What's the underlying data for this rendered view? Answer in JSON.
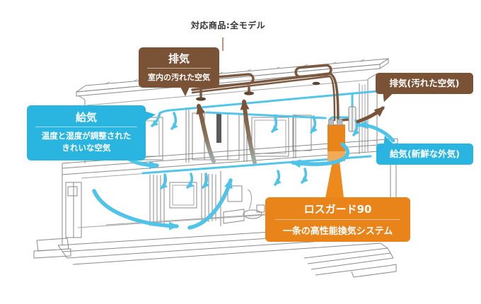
{
  "header": {
    "note": "対応商品:全モデル"
  },
  "callouts": {
    "exhaust_main": {
      "title": "排気",
      "subtitle": "室内の汚れた空気"
    },
    "supply_main": {
      "title": "給気",
      "subtitle_line1": "温度と湿度が調整された",
      "subtitle_line2": "きれいな空気"
    },
    "exhaust_outdoor": {
      "label": "排気(汚れた空気)"
    },
    "supply_outdoor": {
      "label": "給気(新鮮な外気)"
    },
    "unit": {
      "title": "ロスガード90",
      "subtitle": "一条の高性能換気システム"
    }
  },
  "colors": {
    "supply_blue": "#29b5e0",
    "supply_arrow": "#4fc3e8",
    "exhaust_brown": "#7a5236",
    "duct_brown": "#7b5940",
    "unit_orange": "#e8841a",
    "unit_wedge": "#ee8a1d",
    "leader_line": "#c49179",
    "line_art": "#8a8a8a"
  },
  "icons": {
    "supply_arrow": "curved-cyan-arrow",
    "exhaust_arrow": "curved-brown-arrow",
    "ceiling_grille": "dark-oval",
    "wall_vent": "small-rect"
  }
}
